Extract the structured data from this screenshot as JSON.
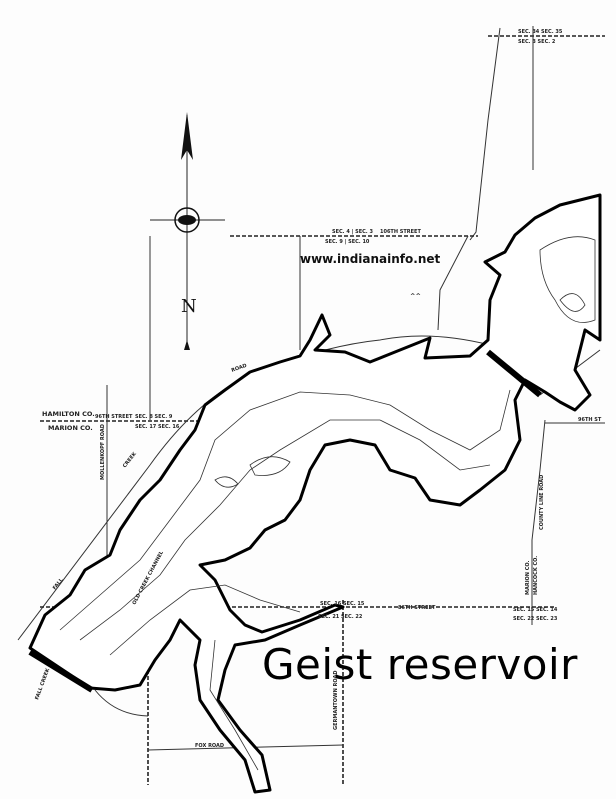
{
  "map": {
    "title": "Geist reservoir",
    "watermark": "www.indianainfo.net",
    "north_label": "N",
    "marks": "^^",
    "labels": {
      "sec_34_35": "SEC. 34  SEC. 35",
      "sec_3_2": "SEC. 3  SEC. 2",
      "sec_4_3": "SEC. 4 | SEC. 3",
      "st_106": "106TH STREET",
      "sec_9_10": "SEC. 9 | SEC. 10",
      "hamilton": "HAMILTON  CO.",
      "marion": "MARION  CO.",
      "st_96": "96TH  STREET",
      "sec_8_9": "SEC. 8  SEC. 9",
      "sec_17_16": "SEC. 17  SEC. 16",
      "mollenkopf": "MOLLENKOPF ROAD",
      "creek": "CREEK",
      "road": "ROAD",
      "fall": "FALL",
      "fall_creek": "FALL CREEK",
      "old_channel": "OLD CREEK CHANNEL",
      "sec_16_15": "SEC. 16  SEC. 15",
      "sec_21_22": "SEC. 21  SEC. 22",
      "st_86": "86TH  STREET",
      "sec_15_14": "SEC. 15  SEC. 14",
      "sec_22_23": "SEC. 22  SEC. 23",
      "marion_co": "MARION CO.",
      "hancock_co": "HANCOCK CO.",
      "county_line": "COUNTY LINE ROAD",
      "germantown": "GERMANTOWN ROAD",
      "fox": "FOX ROAD",
      "st_96_right": "96TH ST"
    }
  }
}
